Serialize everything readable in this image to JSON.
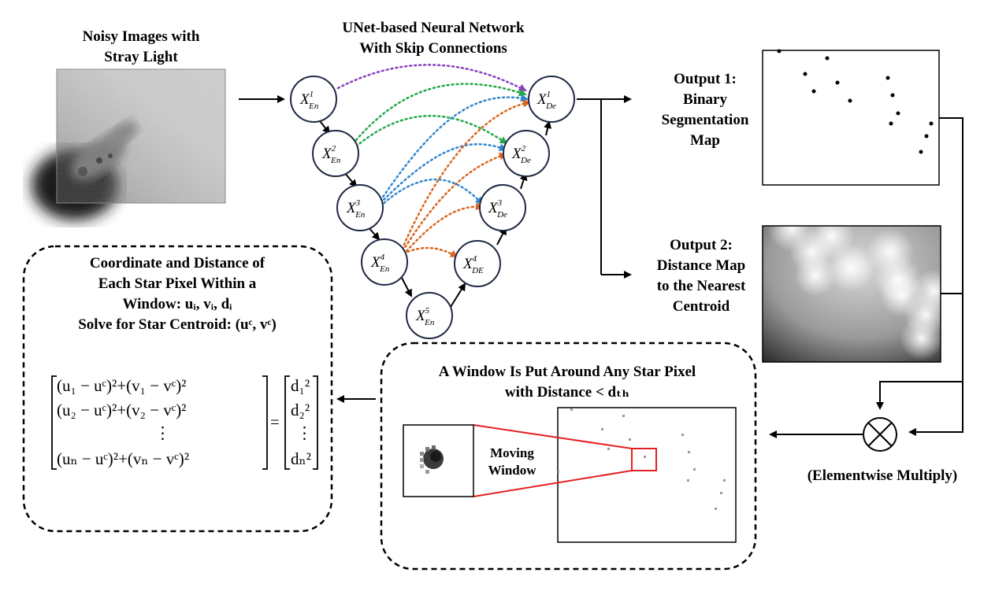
{
  "labels": {
    "noisy_line1": "Noisy Images with",
    "noisy_line2": "Stray Light",
    "unet_line1": "UNet-based Neural Network",
    "unet_line2": "With Skip Connections",
    "out1_line1": "Output 1:",
    "out1_line2": "Binary",
    "out1_line3": "Segmentation",
    "out1_line4": "Map",
    "out2_line1": "Output 2:",
    "out2_line2": "Distance Map",
    "out2_line3": "to the Nearest",
    "out2_line4": "Centroid",
    "coord_line1": "Coordinate and Distance of",
    "coord_line2": "Each Star Pixel Within a",
    "coord_line3": "Window: uᵢ, vᵢ, dᵢ",
    "coord_line4": "Solve for Star Centroid: (uᶜ, vᶜ)",
    "window_line1": "A Window Is Put Around Any Star Pixel",
    "window_line2": "with Distance < dₜₕ",
    "moving_line1": "Moving",
    "moving_line2": "Window",
    "multiply": "(Elementwise Multiply)"
  },
  "nodes": {
    "en1": {
      "base": "X",
      "sup": "1",
      "sub": "En"
    },
    "en2": {
      "base": "X",
      "sup": "2",
      "sub": "En"
    },
    "en3": {
      "base": "X",
      "sup": "3",
      "sub": "En"
    },
    "en4": {
      "base": "X",
      "sup": "4",
      "sub": "En"
    },
    "en5": {
      "base": "X",
      "sup": "5",
      "sub": "En"
    },
    "de1": {
      "base": "X",
      "sup": "1",
      "sub": "De"
    },
    "de2": {
      "base": "X",
      "sup": "2",
      "sub": "De"
    },
    "de3": {
      "base": "X",
      "sup": "3",
      "sub": "De"
    },
    "de4": {
      "base": "X",
      "sup": "4",
      "sub": "DE"
    }
  },
  "equation": {
    "rows": [
      "(u₁ − uᶜ)²+(v₁ − vᶜ)²",
      "(u₂ − uᶜ)²+(v₂ − vᶜ)²",
      "⋮",
      "(uₙ − uᶜ)²+(vₙ − vᶜ)²"
    ],
    "equals": "=",
    "rhs": [
      "d₁²",
      "d₂²",
      "⋮",
      "dₙ²"
    ]
  },
  "colors": {
    "skip_en1": "#8a3fc0",
    "skip_en2": "#25a84a",
    "skip_en3": "#2f86cf",
    "skip_en4": "#d9661f",
    "window_red": "#e52020"
  }
}
